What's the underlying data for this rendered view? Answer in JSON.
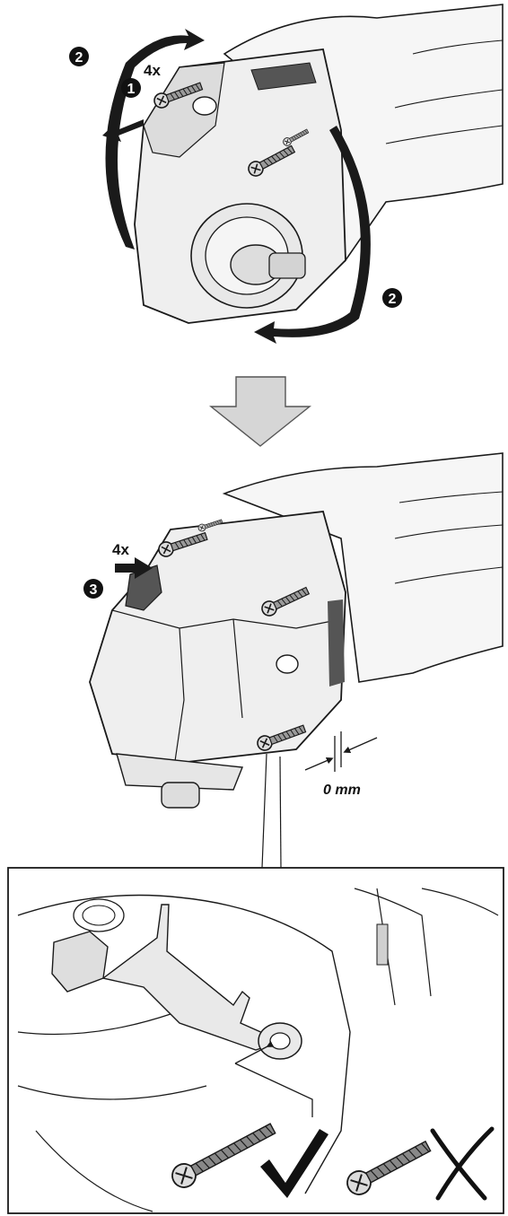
{
  "diagram": {
    "steps": {
      "step1": "1",
      "step2": "2",
      "step3": "3"
    },
    "labels": {
      "count_top": "4x",
      "count_middle": "4x",
      "gap": "0 mm"
    },
    "colors": {
      "line": "#1a1a1a",
      "body_fill": "#f1f1f1",
      "shade_fill": "#d9d9d9",
      "dark_part": "#555555",
      "arrow_gray": "#d6d6d6",
      "arrow_dark": "#222222"
    },
    "icons": {
      "correct": "check-mark-icon",
      "incorrect": "cross-mark-icon"
    }
  }
}
